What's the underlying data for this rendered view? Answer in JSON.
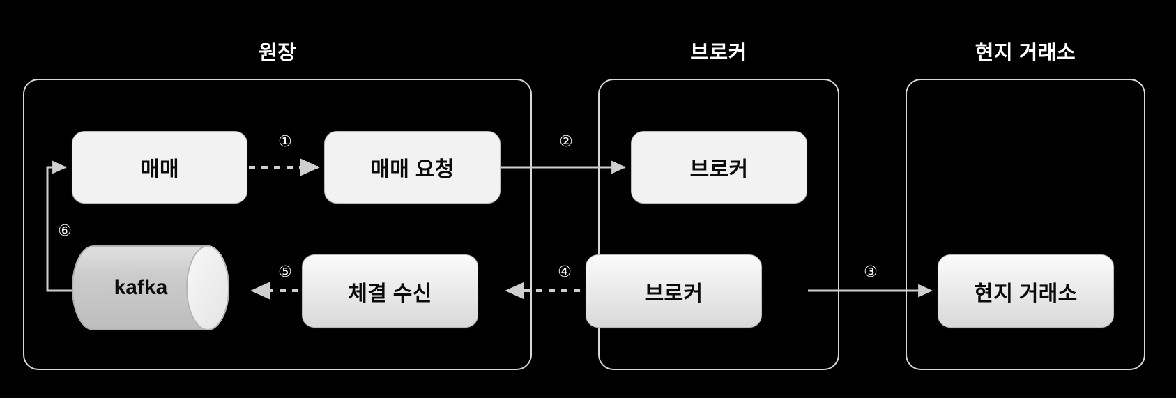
{
  "diagram": {
    "background_color": "#000000",
    "node_fill": "#f2f2f2",
    "node_text_color": "#0b0b0b",
    "border_color": "#d8d8d8",
    "title_color": "#ffffff",
    "groups": [
      {
        "id": "ledger",
        "title": "원장"
      },
      {
        "id": "broker",
        "title": "브로커"
      },
      {
        "id": "exchange",
        "title": "현지 거래소"
      }
    ],
    "nodes": [
      {
        "id": "trade",
        "label": "매매",
        "shape": "rounded-rect",
        "group": "ledger"
      },
      {
        "id": "trade-request",
        "label": "매매 요청",
        "shape": "rounded-rect",
        "group": "ledger"
      },
      {
        "id": "kafka",
        "label": "kafka",
        "shape": "cylinder",
        "group": "ledger"
      },
      {
        "id": "fill-receive",
        "label": "체결 수신",
        "shape": "rounded-rect",
        "group": "ledger"
      },
      {
        "id": "broker-top",
        "label": "브로커",
        "shape": "rounded-rect",
        "group": "broker"
      },
      {
        "id": "broker-bottom",
        "label": "브로커",
        "shape": "rounded-rect",
        "group": "broker"
      },
      {
        "id": "local-exchange",
        "label": "현지 거래소",
        "shape": "rounded-rect",
        "group": "exchange"
      }
    ],
    "edges": [
      {
        "id": "e1",
        "marker": "①",
        "from": "trade",
        "to": "trade-request",
        "style": "dashed",
        "direction": "right"
      },
      {
        "id": "e2",
        "marker": "②",
        "from": "trade-request",
        "to": "broker-top",
        "style": "solid",
        "direction": "right"
      },
      {
        "id": "e3",
        "marker": "③",
        "from": "broker-bottom",
        "to": "local-exchange",
        "style": "solid",
        "direction": "right"
      },
      {
        "id": "e4",
        "marker": "④",
        "from": "broker-bottom",
        "to": "fill-receive",
        "style": "dashed",
        "direction": "left"
      },
      {
        "id": "e5",
        "marker": "⑤",
        "from": "fill-receive",
        "to": "kafka",
        "style": "dashed",
        "direction": "left"
      },
      {
        "id": "e6",
        "marker": "⑥",
        "from": "kafka",
        "to": "trade",
        "style": "solid",
        "direction": "loop-left"
      }
    ]
  }
}
